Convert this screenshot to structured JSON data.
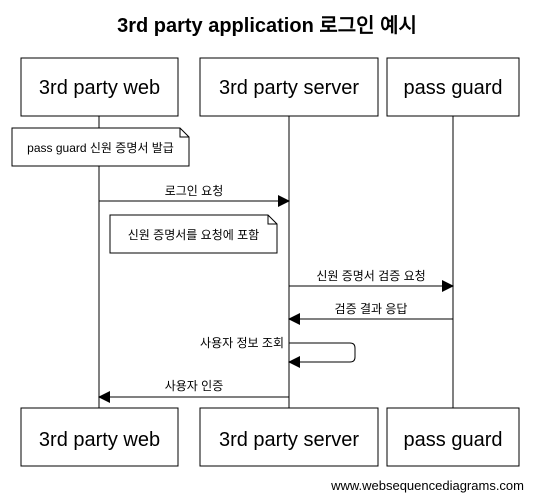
{
  "title": "3rd party application 로그인 예시",
  "participants": {
    "web": "3rd party web",
    "server": "3rd party server",
    "guard": "pass guard"
  },
  "notes": {
    "issue_cert": "pass guard 신원 증명서 발급",
    "include_cert": "신원 증명서를 요청에 포함"
  },
  "messages": {
    "login_request": "로그인 요청",
    "verify_request": "신원 증명서 검증 요청",
    "verify_response": "검증 결과 응답",
    "user_lookup": "사용자 정보 조회",
    "user_auth": "사용자 인증"
  },
  "watermark": "www.websequencediagrams.com"
}
